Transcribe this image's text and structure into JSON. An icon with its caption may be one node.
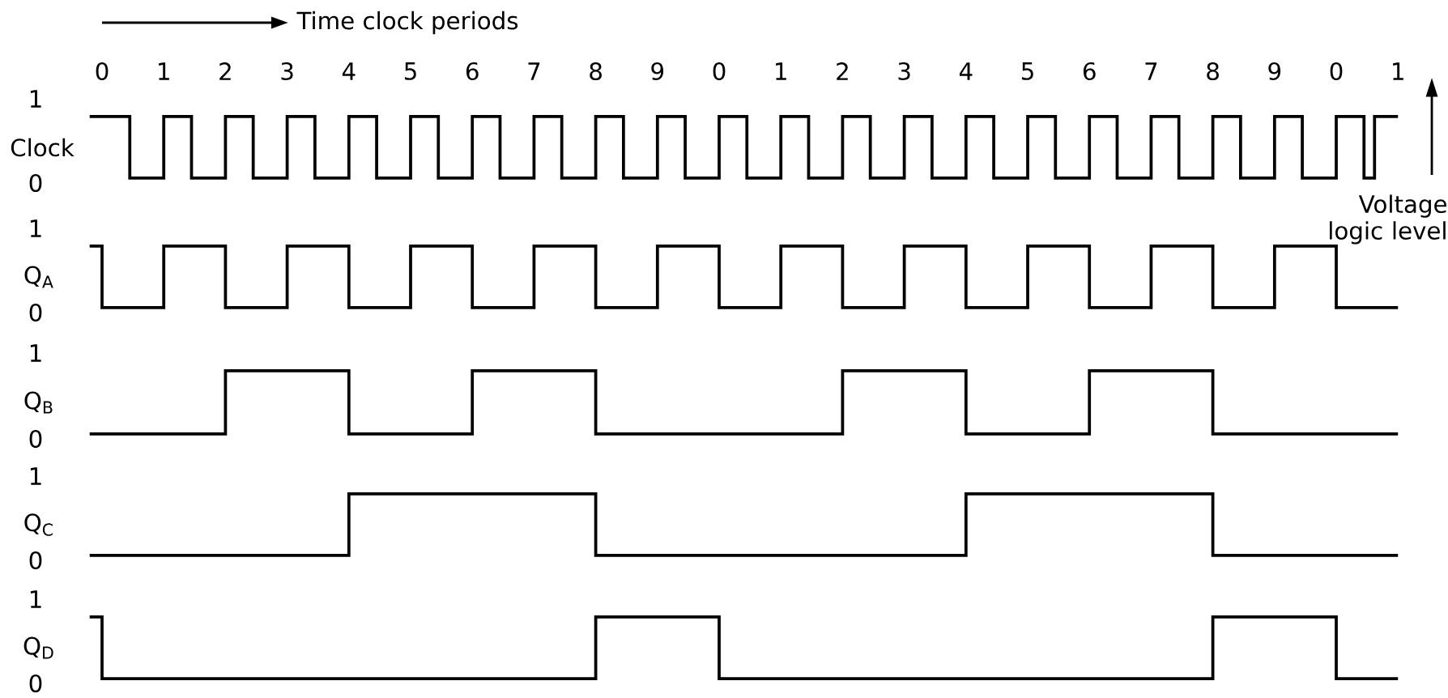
{
  "diagram": {
    "labels": [
      "Time clock periods",
      "0",
      "1",
      "2",
      "3",
      "4",
      "5",
      "6",
      "7",
      "8",
      "9",
      "0",
      "1",
      "2",
      "3",
      "4",
      "5",
      "6",
      "7",
      "8",
      "9",
      "0",
      "1",
      "1",
      "Clock",
      "0",
      "1",
      "Q$_{A}$",
      "0",
      "1",
      "Q$_{B}$",
      "0",
      "1",
      "Q$_{C}$",
      "0",
      "1",
      "Q$_{D}$",
      "0",
      "Voltage logic level"
    ]
  }
}
